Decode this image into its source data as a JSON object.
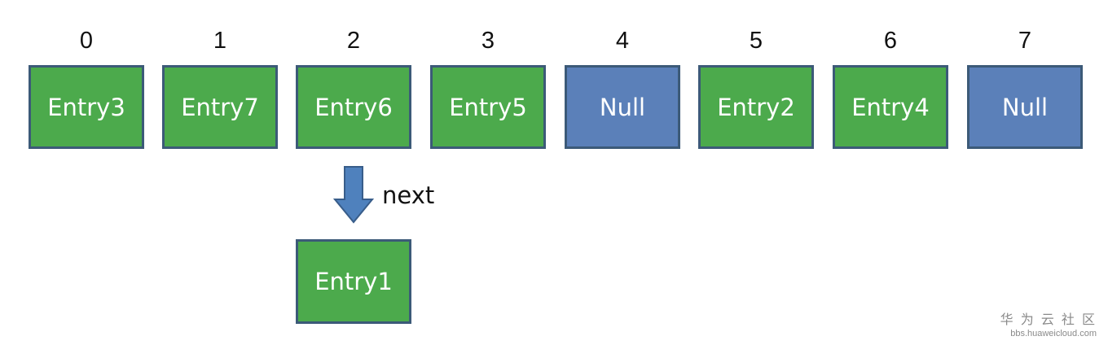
{
  "indices": [
    "0",
    "1",
    "2",
    "3",
    "4",
    "5",
    "6",
    "7"
  ],
  "buckets": [
    {
      "label": "Entry3",
      "color": "#4caa4c"
    },
    {
      "label": "Entry7",
      "color": "#4caa4c"
    },
    {
      "label": "Entry6",
      "color": "#4caa4c"
    },
    {
      "label": "Entry5",
      "color": "#4caa4c"
    },
    {
      "label": "Null",
      "color": "#5b80b9"
    },
    {
      "label": "Entry2",
      "color": "#4caa4c"
    },
    {
      "label": "Entry4",
      "color": "#4caa4c"
    },
    {
      "label": "Null",
      "color": "#5b80b9"
    }
  ],
  "chain": {
    "arrow_label": "next",
    "entry": {
      "label": "Entry1",
      "color": "#4caa4c"
    }
  },
  "colors": {
    "border": "#3c5a78",
    "arrow_fill": "#4f81bd",
    "arrow_stroke": "#385d8a"
  },
  "watermark": {
    "title": "华 为 云 社 区",
    "url": "bbs.huaweicloud.com"
  }
}
